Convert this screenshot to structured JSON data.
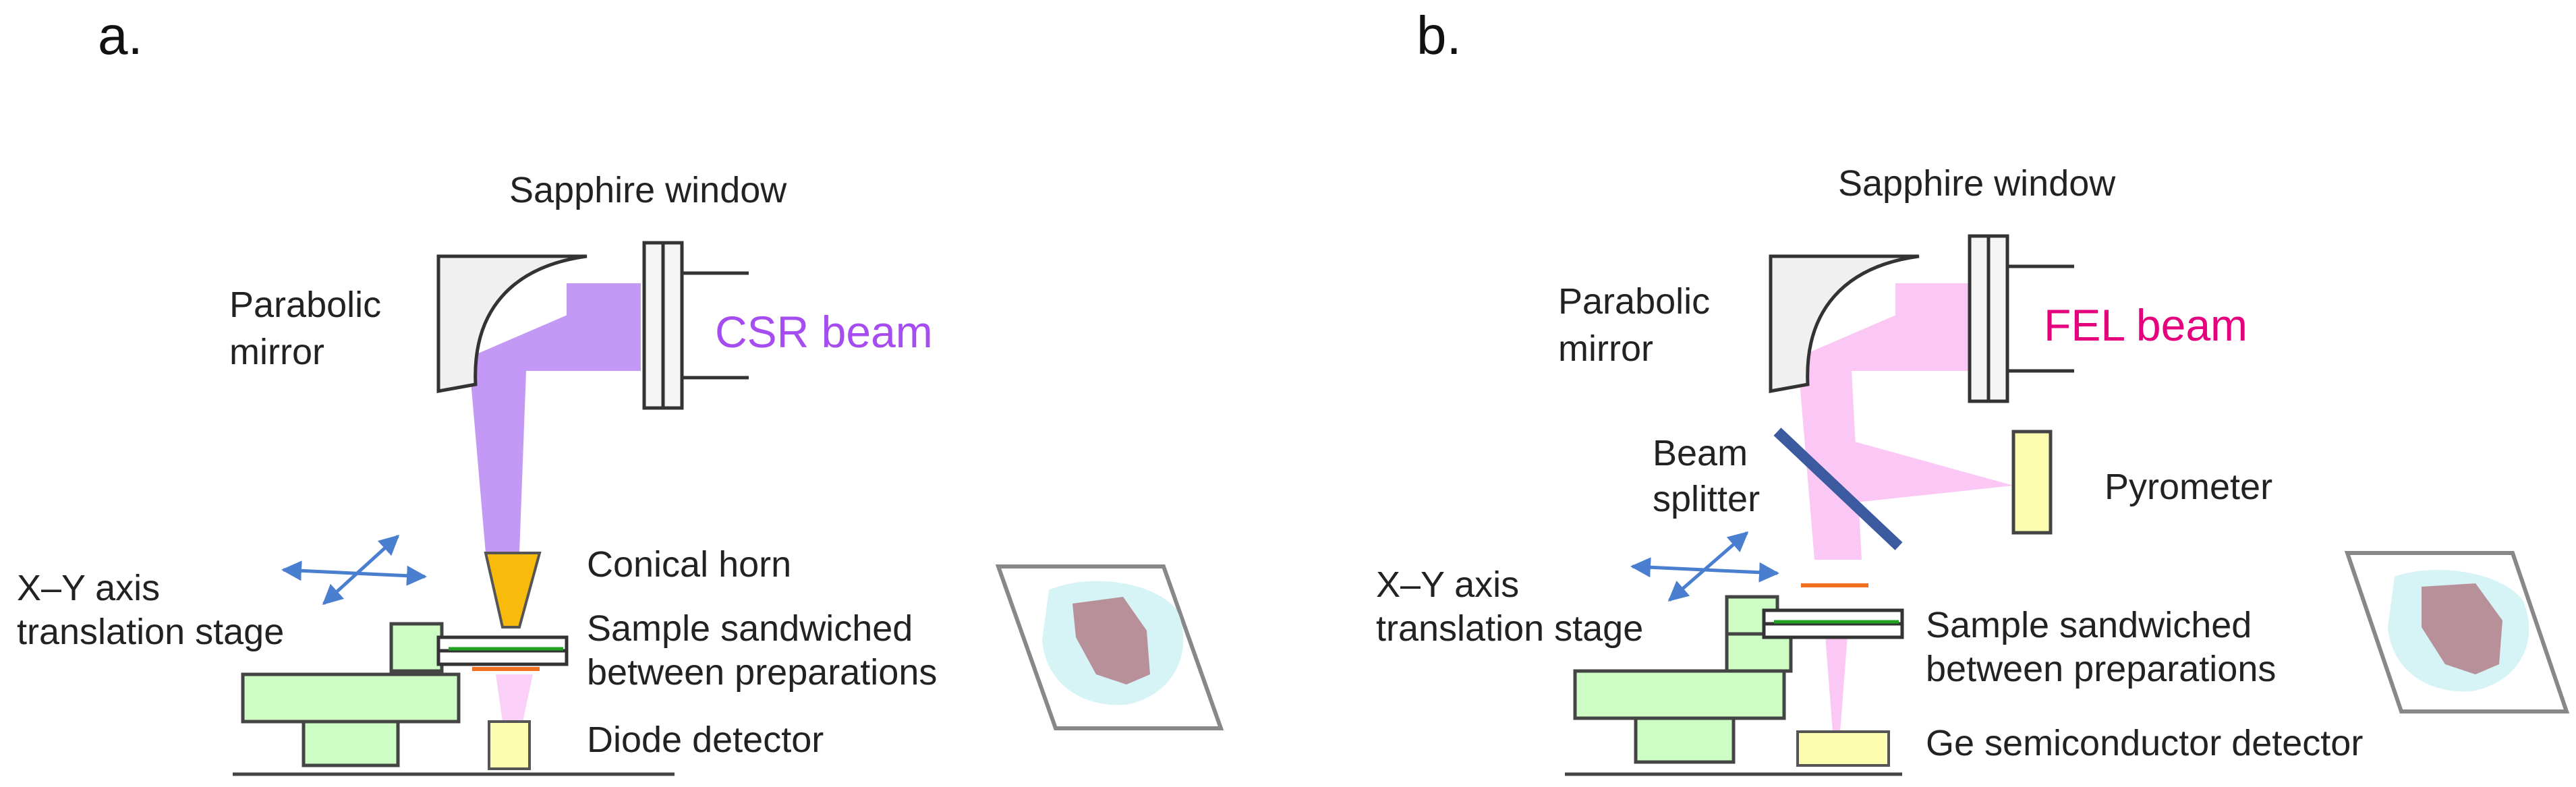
{
  "panel_a": {
    "label": "a.",
    "sapphire_window": "Sapphire window",
    "parabolic_mirror": [
      "Parabolic",
      "mirror"
    ],
    "beam": "CSR beam",
    "conical_horn": "Conical horn",
    "xy_stage": [
      "X–Y axis",
      "translation stage"
    ],
    "sample": [
      "Sample sandwiched",
      "between preparations"
    ],
    "detector": "Diode detector"
  },
  "panel_b": {
    "label": "b.",
    "sapphire_window": "Sapphire window",
    "parabolic_mirror": [
      "Parabolic",
      "mirror"
    ],
    "beam": "FEL beam",
    "beam_splitter": [
      "Beam",
      "splitter"
    ],
    "pyrometer": "Pyrometer",
    "xy_stage": [
      "X–Y axis",
      "translation stage"
    ],
    "sample": [
      "Sample sandwiched",
      "between preparations"
    ],
    "detector": "Ge semiconductor detector"
  },
  "colors": {
    "csr_beam": "#c399f5",
    "csr_text": "#a64df2",
    "fel_beam": "#fbc8f6",
    "fel_text": "#e5007e",
    "stage_green": "#cdfcc5",
    "detector_yellow": "#fdfdb0",
    "horn_orange": "#f9bb0b",
    "splitter_blue": "#3c5aa0",
    "arrow_blue": "#4a7fd0",
    "sample_orange": "#f07020",
    "sample_green": "#22a022"
  }
}
